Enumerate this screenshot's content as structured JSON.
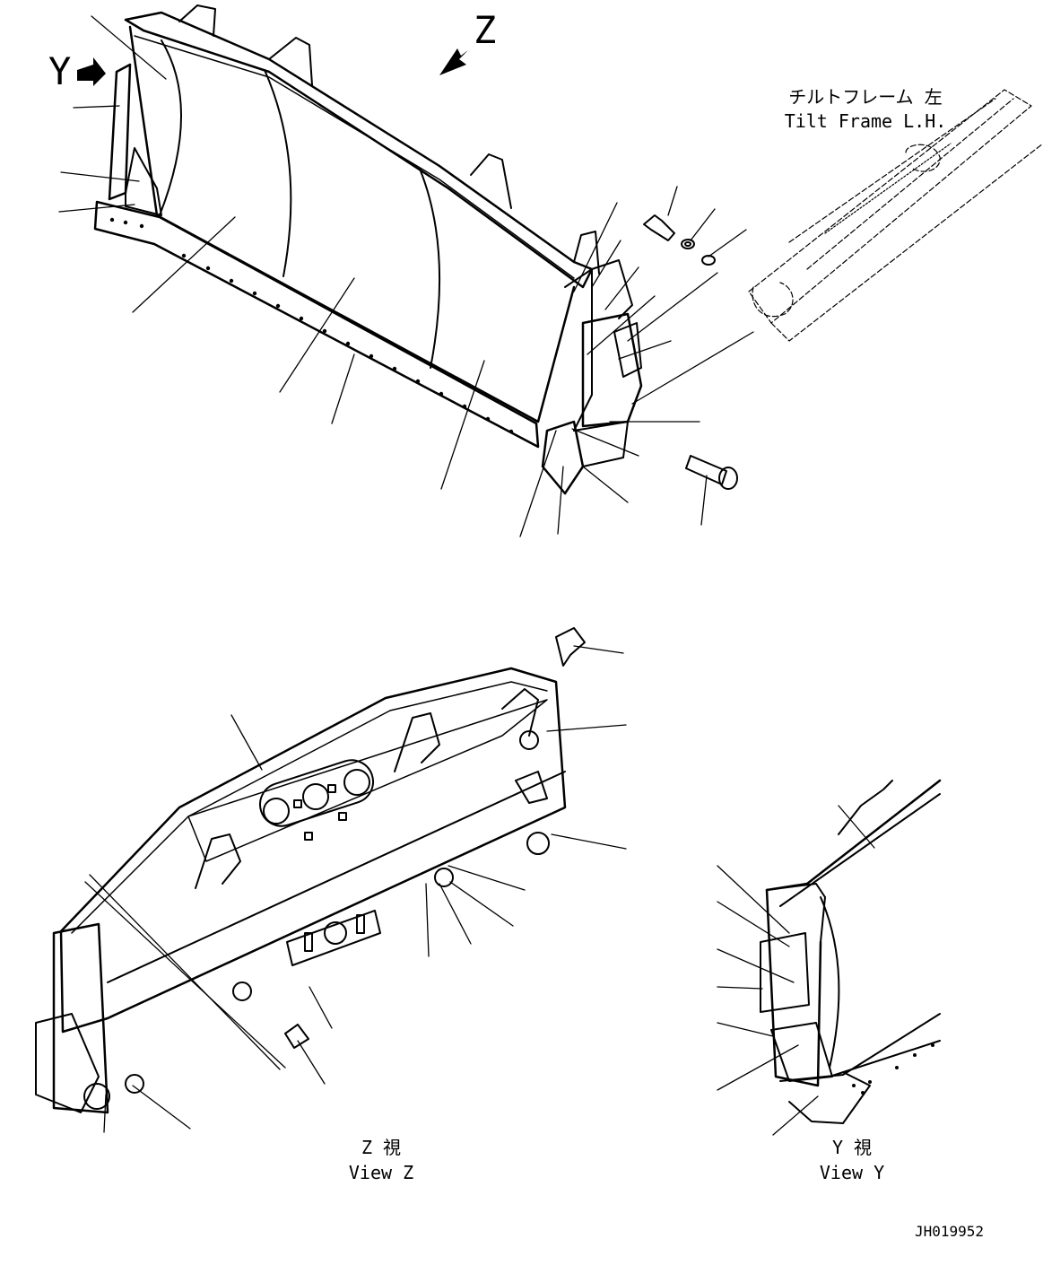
{
  "top_view": {
    "view_y_marker": "Y",
    "view_z_marker": "Z",
    "tilt_frame_jp": "チルトフレーム 左",
    "tilt_frame_en": "Tilt Frame L.H."
  },
  "view_z": {
    "label_jp": "Z 視",
    "label_en": "View Z"
  },
  "view_y": {
    "label_jp": "Y 視",
    "label_en": "View Y"
  },
  "drawing_id": "JH019952",
  "colors": {
    "ink": "#000000",
    "paper": "#ffffff"
  }
}
